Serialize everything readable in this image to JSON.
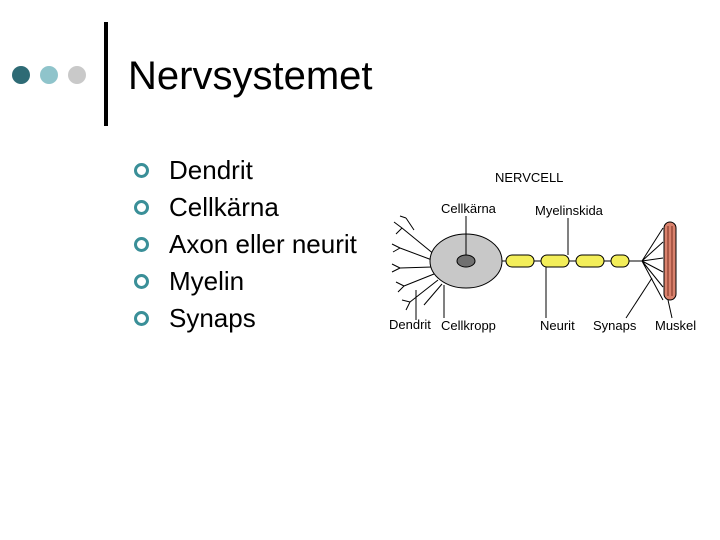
{
  "slide": {
    "title": "Nervsystemet",
    "decor_dot_colors": [
      "#2e6b75",
      "#8fc4cb",
      "#c9c9c9"
    ],
    "bullet_color": "#3a8f98",
    "bullet_icon": "ring-bullet",
    "bullets": [
      "Dendrit",
      "Cellkärna",
      "Axon eller neurit",
      "Myelin",
      "Synaps"
    ]
  },
  "diagram": {
    "heading": "NERVCELL",
    "labels": {
      "cellkarna": "Cellkärna",
      "myelinskida": "Myelinskida",
      "dendrit": "Dendrit",
      "cellkropp": "Cellkropp",
      "neurit": "Neurit",
      "synaps": "Synaps",
      "muskel": "Muskel"
    },
    "colors": {
      "cell_body": "#c8c8c8",
      "nucleus": "#707070",
      "myelin": "#f3ee5a",
      "muscle": "#d9826d"
    }
  }
}
